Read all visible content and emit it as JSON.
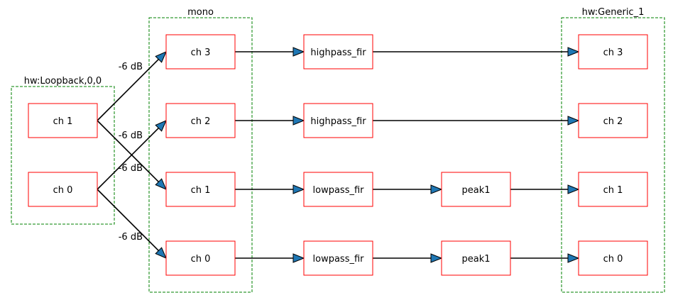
{
  "groups": [
    {
      "id": "loopback",
      "label": "hw:Loopback,0,0",
      "border_color": "#008000"
    },
    {
      "id": "mono",
      "label": "mono",
      "border_color": "#008000"
    },
    {
      "id": "generic",
      "label": "hw:Generic_1",
      "border_color": "#008000"
    }
  ],
  "nodes": [
    {
      "id": "lb-ch1",
      "label": "ch 1",
      "group": "loopback"
    },
    {
      "id": "lb-ch0",
      "label": "ch 0",
      "group": "loopback"
    },
    {
      "id": "mono-ch3",
      "label": "ch 3",
      "group": "mono"
    },
    {
      "id": "mono-ch2",
      "label": "ch 2",
      "group": "mono"
    },
    {
      "id": "mono-ch1",
      "label": "ch 1",
      "group": "mono"
    },
    {
      "id": "mono-ch0",
      "label": "ch 0",
      "group": "mono"
    },
    {
      "id": "filter-3",
      "label": "highpass_fir"
    },
    {
      "id": "filter-2",
      "label": "highpass_fir"
    },
    {
      "id": "filter-1",
      "label": "lowpass_fir"
    },
    {
      "id": "filter-0",
      "label": "lowpass_fir"
    },
    {
      "id": "peak-1",
      "label": "peak1"
    },
    {
      "id": "peak-0",
      "label": "peak1"
    },
    {
      "id": "out-ch3",
      "label": "ch 3",
      "group": "generic"
    },
    {
      "id": "out-ch2",
      "label": "ch 2",
      "group": "generic"
    },
    {
      "id": "out-ch1",
      "label": "ch 1",
      "group": "generic"
    },
    {
      "id": "out-ch0",
      "label": "ch 0",
      "group": "generic"
    }
  ],
  "edges": [
    {
      "from": "lb-ch1",
      "to": "mono-ch3",
      "label": "-6 dB"
    },
    {
      "from": "lb-ch1",
      "to": "mono-ch1",
      "label": ""
    },
    {
      "from": "lb-ch0",
      "to": "mono-ch2",
      "label": "-6 dB"
    },
    {
      "from": "lb-ch0",
      "to": "mono-ch0",
      "label": "-6 dB"
    },
    {
      "from": "mono-ch3",
      "to": "filter-3",
      "label": ""
    },
    {
      "from": "mono-ch2",
      "to": "filter-2",
      "label": ""
    },
    {
      "from": "mono-ch1",
      "to": "filter-1",
      "label": ""
    },
    {
      "from": "mono-ch0",
      "to": "filter-0",
      "label": ""
    },
    {
      "from": "filter-3",
      "to": "out-ch3",
      "label": ""
    },
    {
      "from": "filter-2",
      "to": "out-ch2",
      "label": ""
    },
    {
      "from": "filter-1",
      "to": "peak-1",
      "label": ""
    },
    {
      "from": "filter-0",
      "to": "peak-0",
      "label": ""
    },
    {
      "from": "peak-1",
      "to": "out-ch1",
      "label": ""
    },
    {
      "from": "peak-0",
      "to": "out-ch0",
      "label": ""
    }
  ],
  "extra_labels": [
    "-6 dB"
  ],
  "colors": {
    "node_border": "#ff0000",
    "group_border": "#008000",
    "arrow_fill": "#1f77b4",
    "line": "#000000"
  }
}
